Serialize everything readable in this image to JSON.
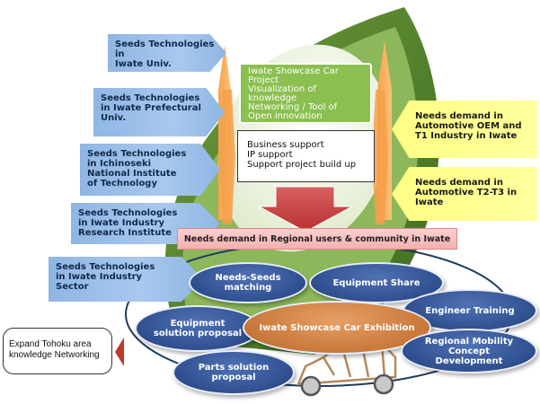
{
  "seeds": [
    {
      "lines": [
        "Seeds Technologies in",
        "Iwate Univ."
      ]
    },
    {
      "lines": [
        "Seeds Technologies",
        "in Iwate Prefectural",
        "Univ."
      ]
    },
    {
      "lines": [
        "Seeds Technologies",
        "in Ichinoseki",
        "National Institute",
        "of Technology"
      ]
    },
    {
      "lines": [
        "Seeds Technologies",
        "in Iwate Industry",
        "Research Institute"
      ]
    },
    {
      "lines": [
        "Seeds Technologies",
        "in Iwate Industry",
        "Sector"
      ]
    }
  ],
  "needs": [
    {
      "lines": [
        "Needs demand in",
        "Automotive OEM and",
        "T1 Industry in Iwate"
      ]
    },
    {
      "lines": [
        "Needs demand in",
        "Automotive T2-T3 in",
        "Iwate"
      ]
    }
  ],
  "project": {
    "lines": [
      "Iwate Showcase Car",
      "Project",
      "Visualization of",
      "knowledge",
      "Networking / Tool of",
      "Open innovation"
    ]
  },
  "support": {
    "lines": [
      "Business support",
      "IP support",
      "Support project build up"
    ]
  },
  "regional_needs": "Needs demand in Regional users & community in Iwate",
  "ellipses": {
    "needs_seeds": [
      "Needs-Seeds",
      "matching"
    ],
    "equipment_share": [
      "Equipment Share"
    ],
    "engineer_training": [
      "Engineer Training"
    ],
    "equipment_solution": [
      "Equipment",
      "solution proposal"
    ],
    "exhibition": [
      "Iwate Showcase Car Exhibition"
    ],
    "regional_mobility": [
      "Regional Mobility",
      "Concept",
      "Development"
    ],
    "parts_solution": [
      "Parts solution",
      "proposal"
    ]
  },
  "expand": {
    "lines": [
      "Expand Tohoku area",
      "knowledge Networking"
    ]
  },
  "colors": {
    "leaf_dark": "#3d6b1f",
    "leaf_mid": "#7aa64a",
    "leaf_light": "#e8f0d8",
    "seed_blue": "#a9c8ee",
    "need_yellow": "#ffff84",
    "ellipse_blue": "#2f4f8f",
    "center_orange": "#c9773a",
    "arrow_red": "#c0392b"
  }
}
